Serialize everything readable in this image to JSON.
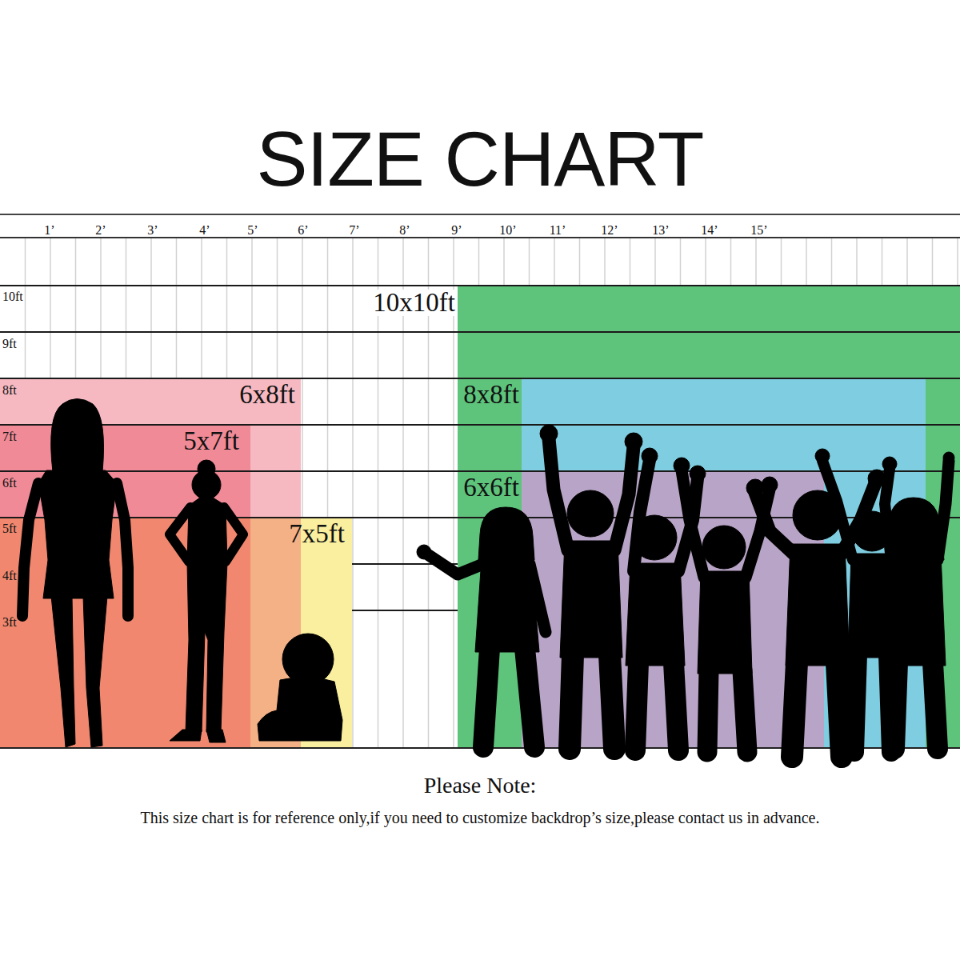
{
  "diagram": {
    "title": "SIZE CHART",
    "caption": "This size chart is for reference only,if you need to customize backdrop’s size,please contact us in advance.",
    "nodes": [
      {
        "text": [
          "6x8ft"
        ]
      },
      {
        "text": [
          "5x7ft"
        ],
        "in": 0
      },
      {
        "text": [
          "7x5ft"
        ]
      },
      {
        "text": [
          "10x10ft"
        ]
      },
      {
        "text": [
          "8x8ft"
        ],
        "in": 3
      },
      {
        "text": [
          "6x6ft"
        ],
        "in": 4
      }
    ],
    "labels": [
      "1’",
      "2’",
      "3’",
      "4’",
      "5’",
      "6’",
      "7’",
      "8’",
      "9’",
      "10’",
      "11’",
      "12’",
      "13’",
      "14’",
      "15’",
      "10ft",
      "9ft",
      "8ft",
      "7ft",
      "6ft",
      "5ft",
      "4ft",
      "3ft",
      "Please Note:"
    ]
  }
}
